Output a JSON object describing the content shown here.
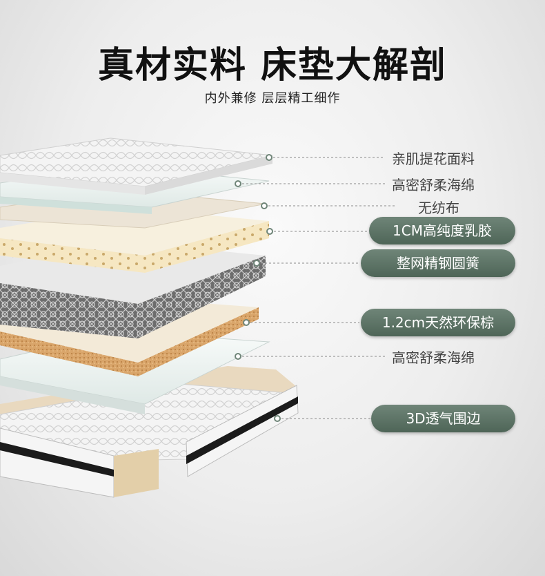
{
  "header": {
    "title": "真材实料  床垫大解剖",
    "subtitle": "内外兼修 层层精工细作"
  },
  "layers": [
    {
      "label": "亲肌提花面料",
      "highlight": false
    },
    {
      "label": "高密舒柔海绵",
      "highlight": false
    },
    {
      "label": "无纺布",
      "highlight": false
    },
    {
      "label": "1CM高纯度乳胶",
      "highlight": true
    },
    {
      "label": "整网精钢圆簧",
      "highlight": true
    },
    {
      "label": "1.2cm天然环保棕",
      "highlight": true
    },
    {
      "label": "高密舒柔海绵",
      "highlight": false
    },
    {
      "label": "3D透气围边",
      "highlight": true
    }
  ],
  "colors": {
    "pill": "#5a7163",
    "leader_dot": "#6f8578",
    "leader_line": "#8a8a8a"
  }
}
